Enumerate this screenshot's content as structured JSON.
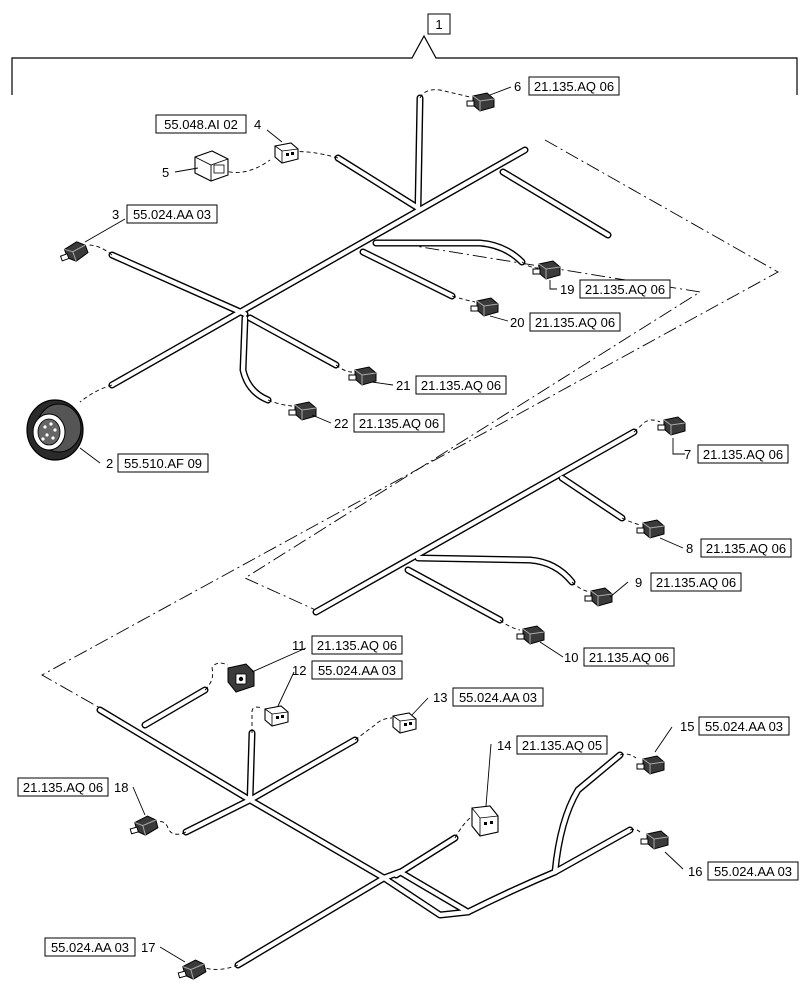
{
  "assembly": {
    "item": "1"
  },
  "parts": [
    {
      "item": "2",
      "ref": "55.510.AF 09"
    },
    {
      "item": "3",
      "ref": "55.024.AA 03"
    },
    {
      "item": "4",
      "ref": "55.048.AI 02"
    },
    {
      "item": "5",
      "ref": ""
    },
    {
      "item": "6",
      "ref": "21.135.AQ 06"
    },
    {
      "item": "7",
      "ref": "21.135.AQ 06"
    },
    {
      "item": "8",
      "ref": "21.135.AQ 06"
    },
    {
      "item": "9",
      "ref": "21.135.AQ 06"
    },
    {
      "item": "10",
      "ref": "21.135.AQ 06"
    },
    {
      "item": "11",
      "ref": "21.135.AQ 06"
    },
    {
      "item": "12",
      "ref": "55.024.AA 03"
    },
    {
      "item": "13",
      "ref": "55.024.AA 03"
    },
    {
      "item": "14",
      "ref": "21.135.AQ 05"
    },
    {
      "item": "15",
      "ref": "55.024.AA 03"
    },
    {
      "item": "16",
      "ref": "55.024.AA 03"
    },
    {
      "item": "17",
      "ref": "55.024.AA 03"
    },
    {
      "item": "18",
      "ref": "21.135.AQ 06"
    },
    {
      "item": "19",
      "ref": "21.135.AQ 06"
    },
    {
      "item": "20",
      "ref": "21.135.AQ 06"
    },
    {
      "item": "21",
      "ref": "21.135.AQ 06"
    },
    {
      "item": "22",
      "ref": "21.135.AQ 06"
    }
  ]
}
